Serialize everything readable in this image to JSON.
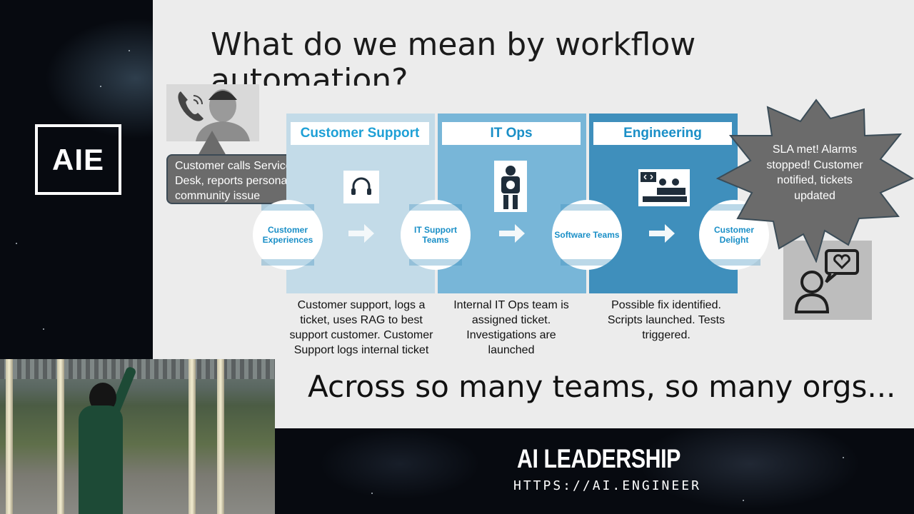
{
  "logo": {
    "text": "AIE"
  },
  "slide": {
    "title": "What do we mean by workflow automation?",
    "callout": "Customer calls Service Desk, reports personal or community issue",
    "panels": [
      {
        "heading": "Customer Support",
        "start_circle": "Customer Experiences",
        "description": "Customer support, logs a ticket, uses RAG to best support customer. Customer Support logs internal ticket",
        "color": "#bcd7e6"
      },
      {
        "heading": "IT Ops",
        "start_circle": "IT Support Teams",
        "description": "Internal IT Ops team is assigned ticket. Investigations are launched",
        "color": "#6fb0d6"
      },
      {
        "heading": "Engineering",
        "start_circle": "Software Teams",
        "end_circle": "Customer Delight",
        "description": "Possible fix identified. Scripts launched. Tests triggered.",
        "color": "#3b8fbe"
      }
    ],
    "badge": "SLA met! Alarms stopped! Customer notified, tickets updated",
    "subtitle": "Across so many teams, so many orgs..."
  },
  "branding": {
    "event": "AI LEADERSHIP",
    "url": "HTTPS://AI.ENGINEER"
  },
  "icons": [
    "phone-icon",
    "person-icon",
    "headset-icon",
    "robot-gear-icon",
    "code-team-icon",
    "arrow-right-icon",
    "chat-heart-icon",
    "customer-icon"
  ],
  "colors": {
    "accent": "#1ea0d6",
    "callout": "#6b6b6b",
    "badge": "#6b6b6b"
  }
}
